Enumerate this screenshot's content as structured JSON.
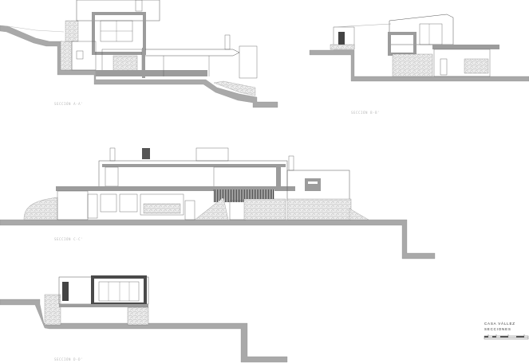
{
  "sheet": {
    "title": "CASA VÁLLEZ",
    "subtitle": "SECCIONES"
  },
  "sections": [
    {
      "id": "a",
      "label": "SECCIÓN A-A'"
    },
    {
      "id": "b",
      "label": "SECCIÓN B-B'"
    },
    {
      "id": "c",
      "label": "SECCIÓN C-C'"
    },
    {
      "id": "d",
      "label": "SECCIÓN D-D'"
    }
  ],
  "colors": {
    "cut": "#a9a9a9",
    "wall_cut": "#9c9c9c",
    "line": "#555555",
    "stone": "#d6d6d6",
    "dark_fill": "#4a4a4a"
  }
}
